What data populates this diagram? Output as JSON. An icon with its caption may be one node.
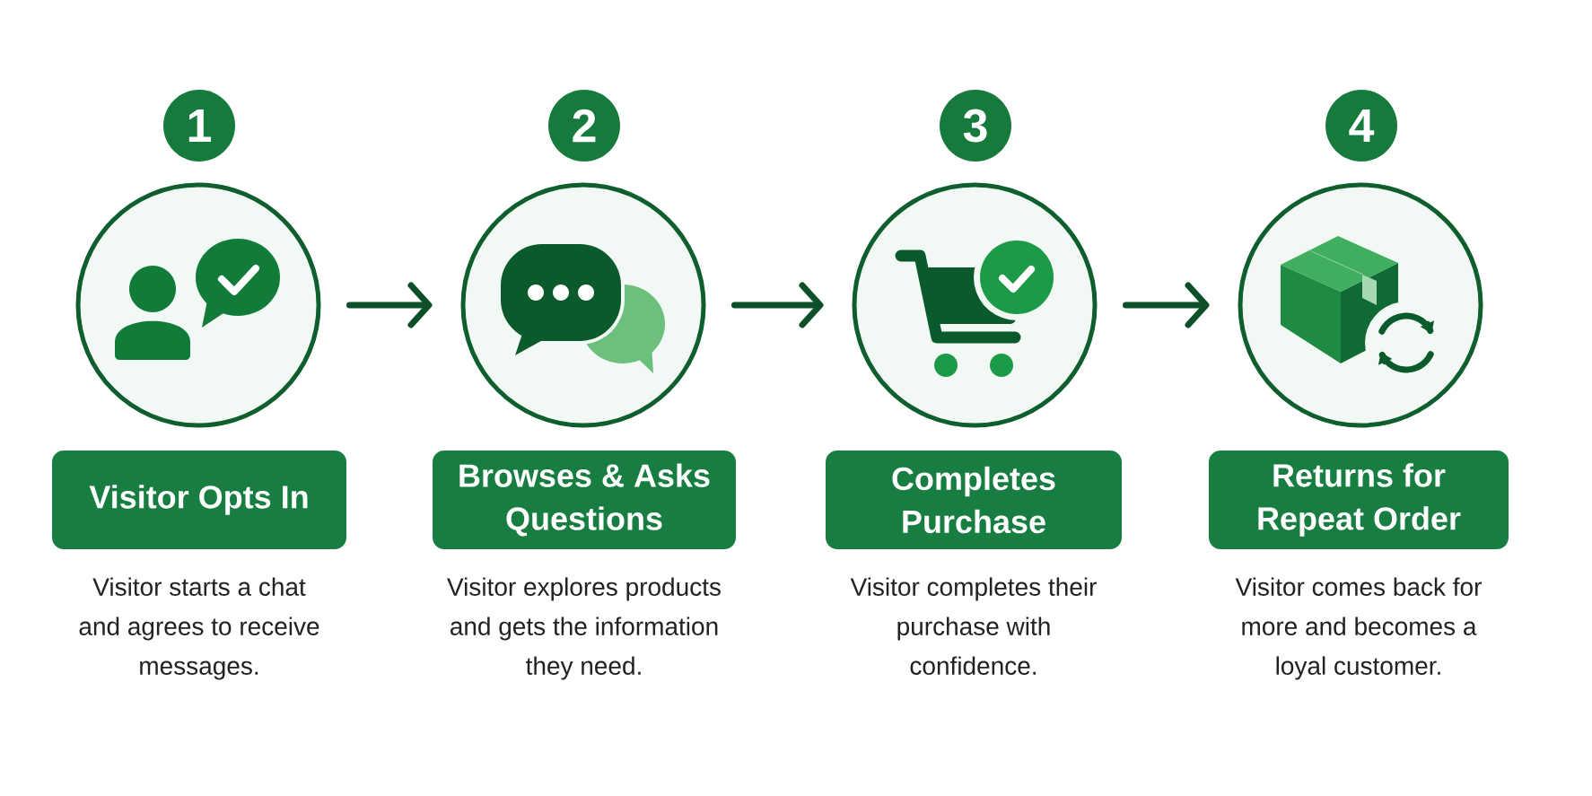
{
  "diagram": {
    "nodes": [
      {
        "text": [
          "1"
        ]
      },
      {
        "text": [],
        "shape": "circle"
      },
      {
        "text": [
          "Visitor Opts In"
        ],
        "beside": [
          "Visitor starts a chat and agrees to receive messages."
        ]
      },
      {
        "text": [
          "2"
        ]
      },
      {
        "text": [],
        "shape": "circle"
      },
      {
        "text": [
          "Browses & Asks Questions"
        ],
        "beside": [
          "Visitor explores products and gets the information they need."
        ]
      },
      {
        "text": [
          "3"
        ]
      },
      {
        "text": [],
        "shape": "circle"
      },
      {
        "text": [
          "Completes Purchase"
        ],
        "beside": [
          "Visitor completes their purchase with confidence."
        ]
      },
      {
        "text": [
          "4"
        ]
      },
      {
        "text": [],
        "shape": "circle"
      },
      {
        "text": [
          "Returns for Repeat Order"
        ],
        "beside": [
          "Visitor comes back for more and becomes a loyal customer."
        ]
      }
    ],
    "edges": [
      {
        "from": 1,
        "to": 4,
        "arrow": "to"
      },
      {
        "from": 4,
        "to": 7,
        "arrow": "to"
      },
      {
        "from": 7,
        "to": 10,
        "arrow": "to"
      }
    ]
  }
}
